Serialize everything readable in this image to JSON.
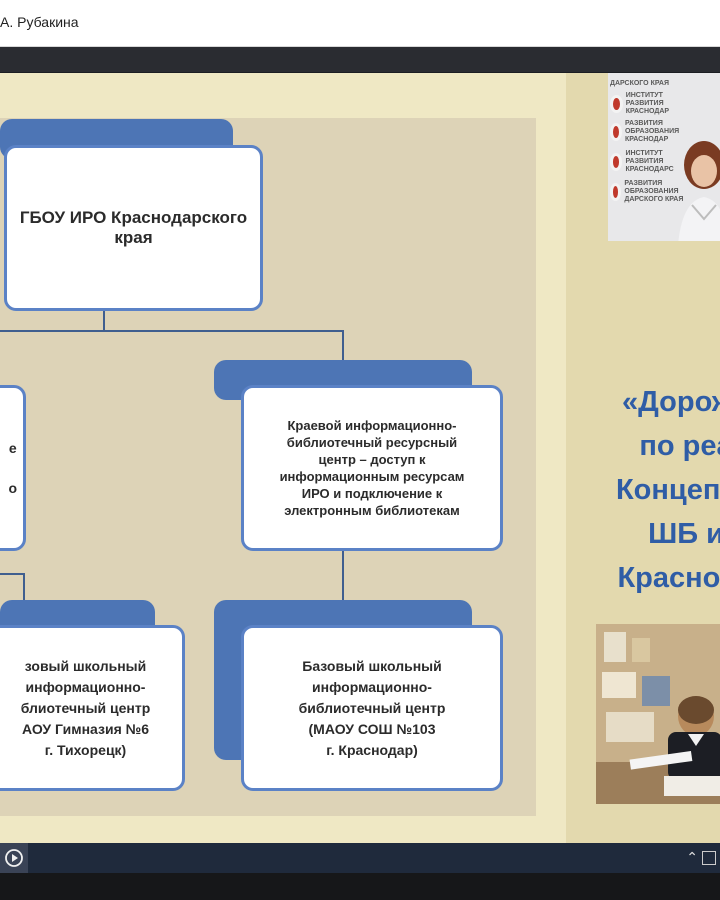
{
  "header": {
    "presenter_name": "А. Рубакина"
  },
  "slide": {
    "boxes": {
      "top": "ГБОУ ИРО Краснодарского\nкрая",
      "left_mid": "е\n\nо",
      "right_mid": "Краевой информационно-\nбиблиотечный ресурсный\nцентр – доступ к\nинформационным ресурсам\nИРО и подключение к\nэлектронным библиотекам",
      "left_bottom": "зовый школьный\nинформационно-\nблиотечный центр\nАОУ Гимназия №6\nг. Тихорецк)",
      "right_bottom": "Базовый школьный\nинформационно-\nбиблиотечный центр\n(МАОУ СОШ №103\nг. Краснодар)"
    },
    "title": "«Дорожн\nпо реа\nКонцепци\nШБ и\nКраснода"
  },
  "video_tile": {
    "logo_lines": [
      "ДАРСКОГО КРАЯ",
      "ИНСТИТУТ РАЗВИТИЯ КРАСНОДАР",
      "РАЗВИТИЯ ОБРАЗОВАНИЯ КРАСНОДАР",
      "ИНСТИТУТ РАЗВИТИЯ КРАСНОДАРС",
      "РАЗВИТИЯ ОБРАЗОВАНИЯ ДАРСКОГО КРАЯ"
    ]
  },
  "colors": {
    "slide_bg": "#efe8c4",
    "panel_bg": "#ddd3b7",
    "box_border": "#5b82c6",
    "tab_fill": "#4d75b5",
    "connector": "#3f5e8f",
    "title": "#2f5da6",
    "taskbar": "#1f2a3c"
  },
  "icons": {
    "start": "play-circle-icon",
    "tray_chevron": "chevron-up-icon",
    "tray": "tray-app-icon"
  }
}
